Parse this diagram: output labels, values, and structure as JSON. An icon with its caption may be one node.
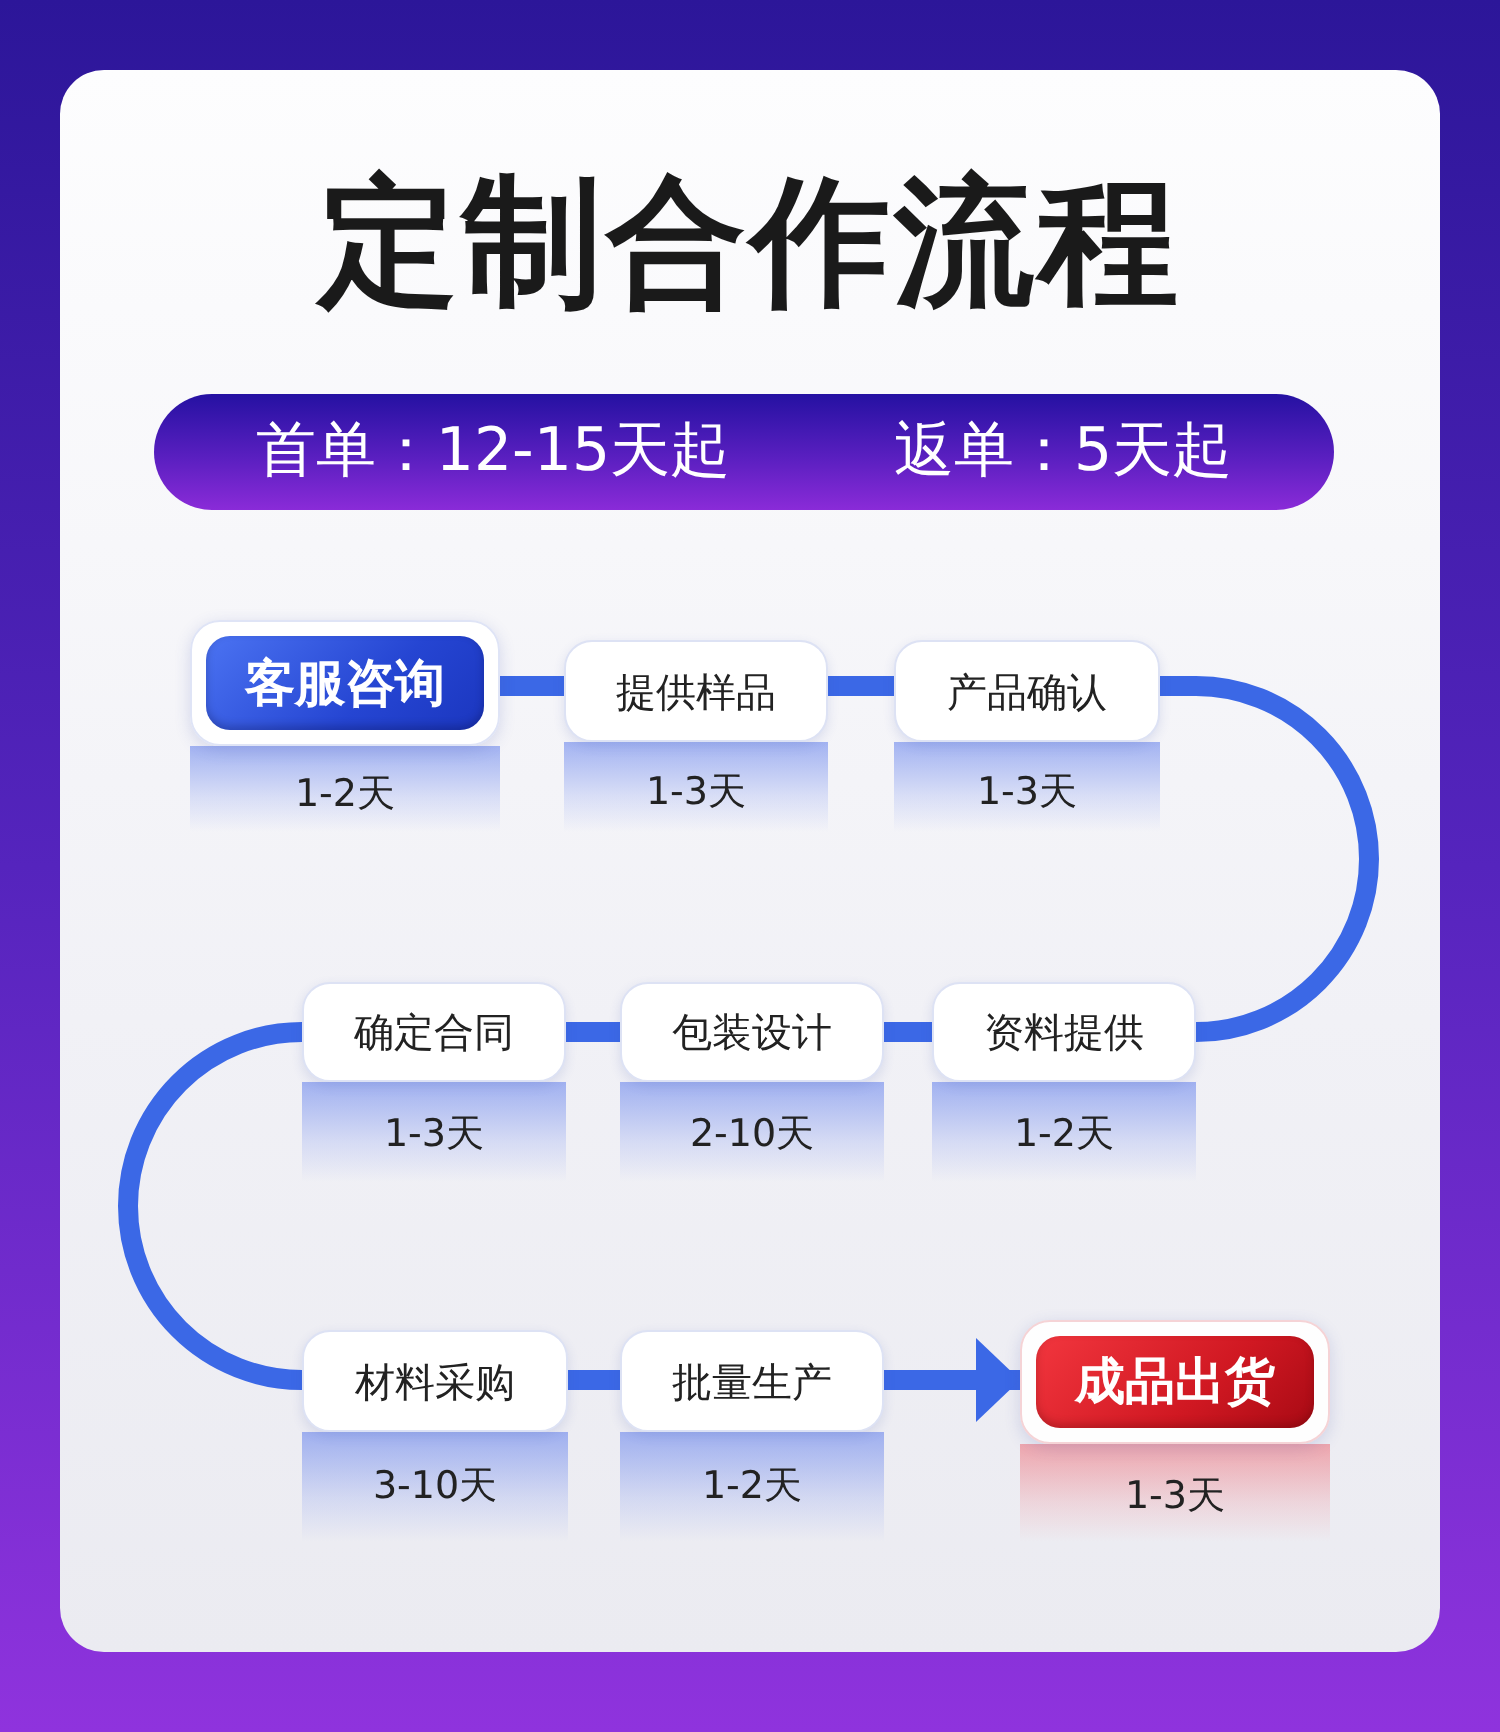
{
  "diagram": {
    "title": "定制合作流程",
    "nodes": [
      {
        "text": [
          "首单：12-15天起",
          "返单：5天起"
        ]
      },
      {
        "text": [
          "客服咨询"
        ],
        "beside": [
          "1-2天"
        ]
      },
      {
        "text": [
          "提供样品"
        ],
        "beside": [
          "1-3天"
        ]
      },
      {
        "text": [
          "产品确认"
        ],
        "beside": [
          "1-3天"
        ]
      },
      {
        "text": [
          "资料提供"
        ],
        "beside": [
          "1-2天"
        ]
      },
      {
        "text": [
          "包装设计"
        ],
        "beside": [
          "2-10天"
        ]
      },
      {
        "text": [
          "确定合同"
        ],
        "beside": [
          "1-3天"
        ]
      },
      {
        "text": [
          "材料采购"
        ],
        "beside": [
          "3-10天"
        ]
      },
      {
        "text": [
          "批量生产"
        ],
        "beside": [
          "1-2天"
        ]
      },
      {
        "text": [
          "成品出货"
        ],
        "beside": [
          "1-3天"
        ]
      }
    ],
    "edges": [
      {
        "from": 1,
        "to": 2,
        "arrow": "none"
      },
      {
        "from": 2,
        "to": 3,
        "arrow": "none"
      },
      {
        "from": 3,
        "to": 4,
        "arrow": "none"
      },
      {
        "from": 4,
        "to": 5,
        "arrow": "none"
      },
      {
        "from": 5,
        "to": 6,
        "arrow": "none"
      },
      {
        "from": 6,
        "to": 7,
        "arrow": "none"
      },
      {
        "from": 7,
        "to": 8,
        "arrow": "none"
      },
      {
        "from": 8,
        "to": 9,
        "arrow": "to"
      }
    ]
  }
}
